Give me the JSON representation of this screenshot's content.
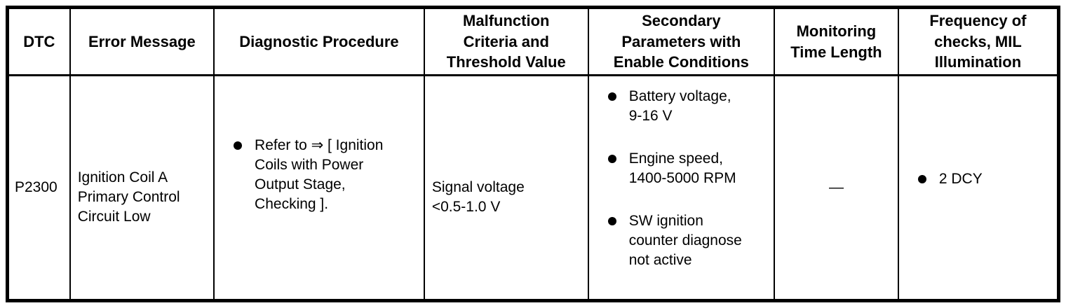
{
  "page": {
    "background": "#ffffff",
    "border_color": "#000000",
    "text_color": "#000000"
  },
  "table": {
    "columns": [
      {
        "key": "dtc",
        "label": "DTC"
      },
      {
        "key": "error_message",
        "label": "Error Message"
      },
      {
        "key": "diagnostic_procedure",
        "label": "Diagnostic Procedure"
      },
      {
        "key": "malfunction_criteria",
        "label": "Malfunction\nCriteria and\nThreshold Value"
      },
      {
        "key": "secondary_parameters",
        "label": "Secondary\nParameters with\nEnable Conditions"
      },
      {
        "key": "monitoring_time",
        "label": "Monitoring\nTime Length"
      },
      {
        "key": "frequency",
        "label": "Frequency of\nchecks, MIL\nIllumination"
      }
    ],
    "row": {
      "dtc": "P2300",
      "error_message": "Ignition Coil A\nPrimary Control\nCircuit Low",
      "diagnostic_procedure_bullets": [
        "Refer to ⇒ [ Ignition\nCoils with Power\nOutput Stage,\nChecking ]."
      ],
      "malfunction_criteria": "Signal voltage\n<0.5-1.0 V",
      "secondary_parameter_bullets": [
        "Battery voltage,\n9-16 V",
        "Engine speed,\n1400-5000 RPM",
        "SW ignition\ncounter diagnose\nnot active"
      ],
      "monitoring_time": "—",
      "frequency_bullets": [
        "2 DCY"
      ]
    }
  }
}
